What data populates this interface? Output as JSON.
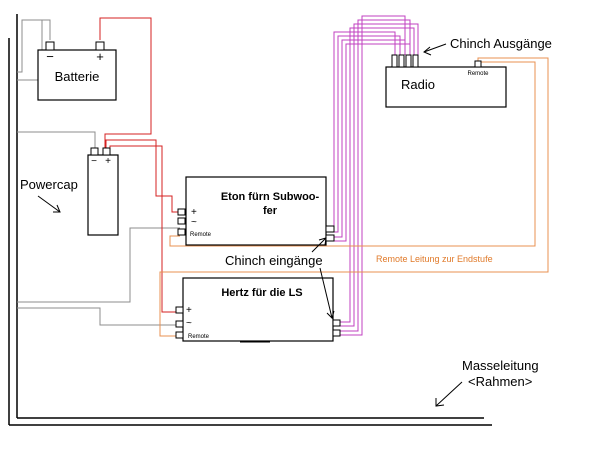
{
  "battery": {
    "label": "Batterie",
    "minus": "−",
    "plus": "+"
  },
  "powercap": {
    "label": "Powercap",
    "minus": "−",
    "plus": "+"
  },
  "radio": {
    "label": "Radio",
    "remote": "Remote"
  },
  "chinch_outputs": {
    "label": "Chinch Ausgänge"
  },
  "eton_amp": {
    "title_line1": "Eton fürn Subwoo-",
    "title_line2": "fer",
    "plus": "+",
    "minus": "~",
    "remote": "Remote"
  },
  "hertz_amp": {
    "title": "Hertz für die LS",
    "plus": "+",
    "minus": "~",
    "remote": "Remote"
  },
  "chinch_inputs": {
    "label": "Chinch eingänge"
  },
  "remote_line": {
    "label": "Remote Leitung zur Endstufe"
  },
  "ground": {
    "label_line1": "Masseleitung",
    "label_line2": "<Rahmen>"
  },
  "colors": {
    "power": "#d42020",
    "ground": "#808080",
    "signal": "#c040c0",
    "remote": "#e89050",
    "frame": "#000000"
  }
}
